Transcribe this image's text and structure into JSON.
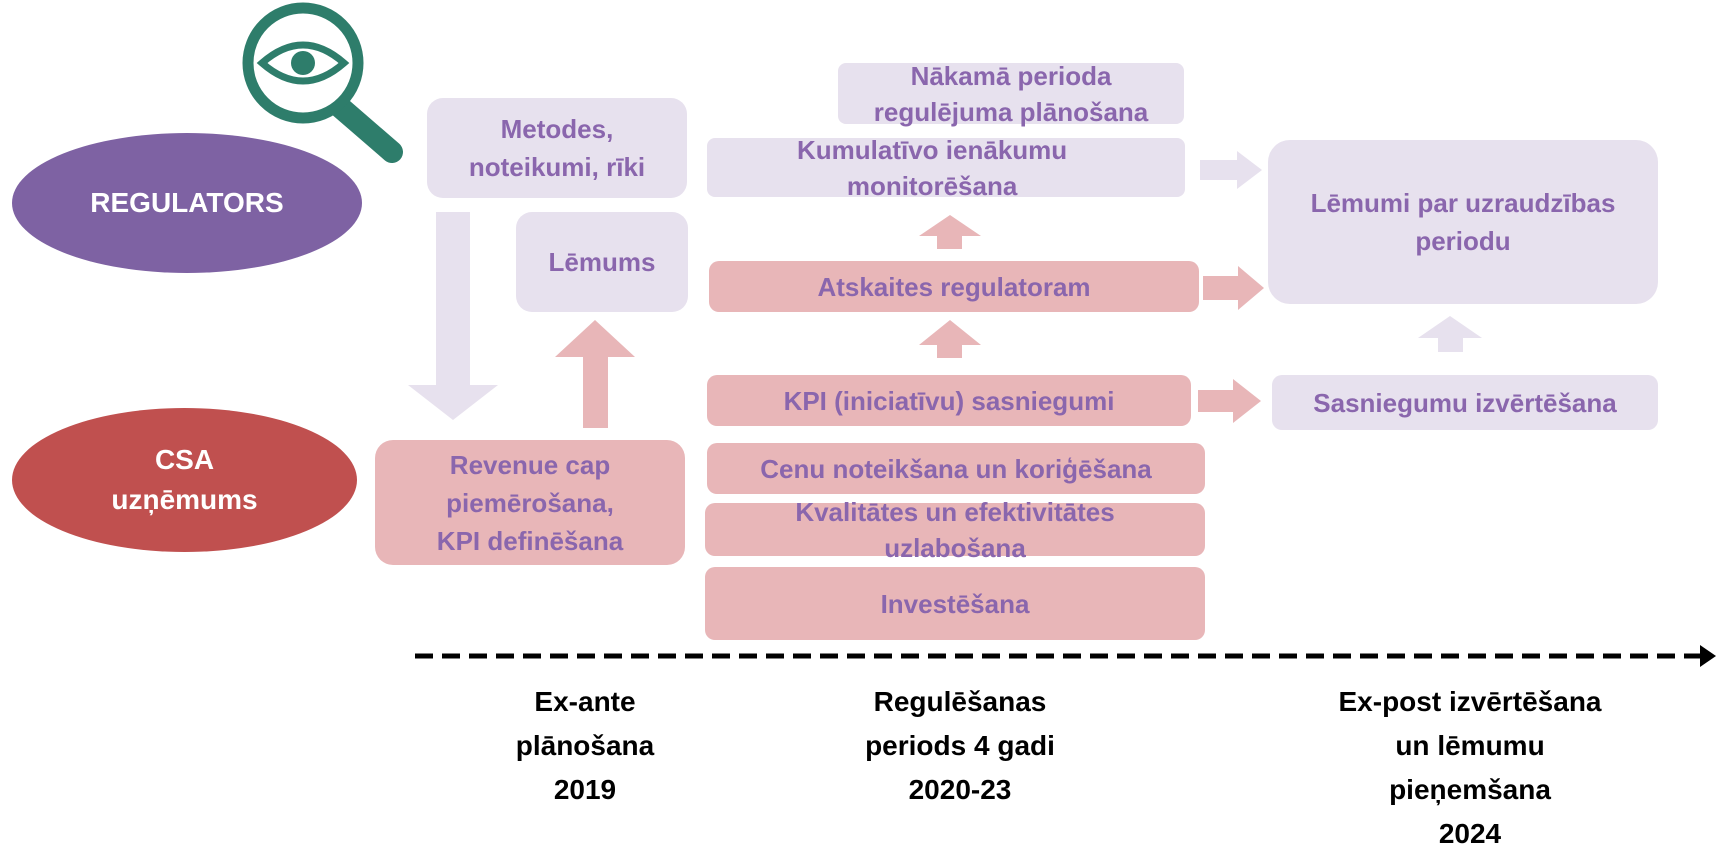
{
  "actors": {
    "regulator": "REGULATORS",
    "company": "CSA\nuzņēmums"
  },
  "boxes": {
    "metodes": "Metodes,\nnoteikumi, rīki",
    "lemums": "Lēmums",
    "revenue_cap": "Revenue cap\npiemērošana,\nKPI definēšana",
    "nakama_perioda": "Nākamā perioda\nregulējuma plānošana",
    "kumulativo": "Kumulatīvo ienākumu\nmonitorēšana",
    "atskaites": "Atskaites regulatoram",
    "kpi": "KPI (iniciatīvu) sasniegumi",
    "cenu": "Cenu noteikšana un koriģēšana",
    "kvalitates": "Kvalitātes un efektivitātes\nuzlabošana",
    "investesana": "Investēšana",
    "lemumi_par": "Lēmumi par uzraudzības\nperiodu",
    "sasniegumu": "Sasniegumu izvērtēšana"
  },
  "timeline": {
    "ex_ante": "Ex-ante\nplānošana\n2019",
    "regulesanas": "Regulēšanas\nperiods 4 gadi\n2020-23",
    "ex_post": "Ex-post izvērtēšana\nun lēmumu\npieņemšana\n2024"
  },
  "colors": {
    "regulator_fill": "#7e62a3",
    "company_fill": "#c0504f",
    "lavender_box": "#e7e1ee",
    "pink_box": "#e8b6b8",
    "text_purple": "#8a66ad",
    "magnifier": "#2e7d6b"
  },
  "icons": {
    "regulator_icon": "magnifier-eye-icon"
  }
}
